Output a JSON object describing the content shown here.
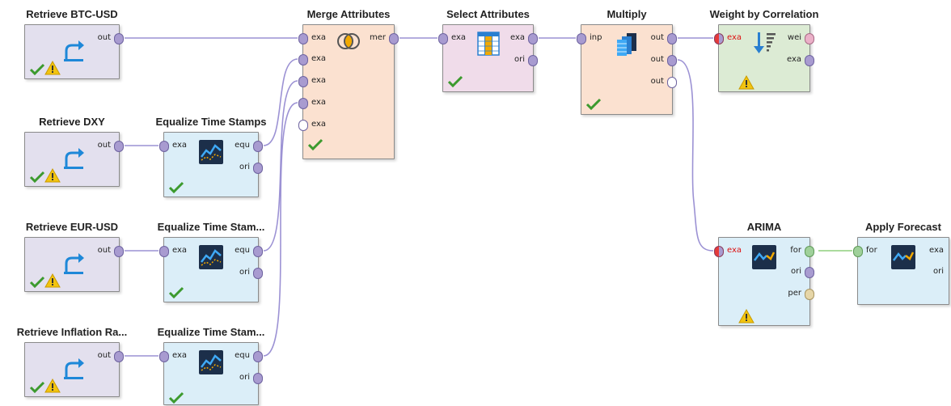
{
  "colors": {
    "wire": "#9c92d4",
    "wire_green": "#8fcf7f",
    "retrieve_bg": "#e3e0ee",
    "equalize_bg": "#dbeef8",
    "merge_bg": "#fbe1d0",
    "select_bg": "#f0dcea",
    "weight_bg": "#dcebd4",
    "check": "#3c9a2e",
    "warning": "#f2c40f",
    "error_port_label": "#dd1111"
  },
  "operators": {
    "retrieve_btc": {
      "title": "Retrieve BTC-USD",
      "icon": "retrieve-arrow-icon",
      "ports_out": [
        "out"
      ],
      "status": [
        "check",
        "warning"
      ]
    },
    "retrieve_dxy": {
      "title": "Retrieve DXY",
      "icon": "retrieve-arrow-icon",
      "ports_out": [
        "out"
      ],
      "status": [
        "check",
        "warning"
      ]
    },
    "retrieve_eur": {
      "title": "Retrieve EUR-USD",
      "icon": "retrieve-arrow-icon",
      "ports_out": [
        "out"
      ],
      "status": [
        "check",
        "warning"
      ]
    },
    "retrieve_inf": {
      "title": "Retrieve Inflation Ra...",
      "icon": "retrieve-arrow-icon",
      "ports_out": [
        "out"
      ],
      "status": [
        "check",
        "warning"
      ]
    },
    "equalize_1": {
      "title": "Equalize Time Stamps",
      "icon": "time-series-chart-icon",
      "ports_in": [
        "exa"
      ],
      "ports_out": [
        "equ",
        "ori"
      ],
      "status": [
        "check"
      ]
    },
    "equalize_2": {
      "title": "Equalize Time Stam...",
      "icon": "time-series-chart-icon",
      "ports_in": [
        "exa"
      ],
      "ports_out": [
        "equ",
        "ori"
      ],
      "status": [
        "check"
      ]
    },
    "equalize_3": {
      "title": "Equalize Time Stam...",
      "icon": "time-series-chart-icon",
      "ports_in": [
        "exa"
      ],
      "ports_out": [
        "equ",
        "ori"
      ],
      "status": [
        "check"
      ]
    },
    "merge": {
      "title": "Merge Attributes",
      "icon": "merge-circles-icon",
      "ports_in": [
        "exa",
        "exa",
        "exa",
        "exa",
        "exa"
      ],
      "ports_out": [
        "mer"
      ],
      "status": [
        "check"
      ]
    },
    "select": {
      "title": "Select Attributes",
      "icon": "table-columns-icon",
      "ports_in": [
        "exa"
      ],
      "ports_out": [
        "exa",
        "ori"
      ],
      "status": [
        "check"
      ]
    },
    "multiply": {
      "title": "Multiply",
      "icon": "multiply-stack-icon",
      "ports_in": [
        "inp"
      ],
      "ports_out": [
        "out",
        "out",
        "out"
      ],
      "status": [
        "check"
      ]
    },
    "weight": {
      "title": "Weight by Correlation",
      "icon": "weight-sort-icon",
      "ports_in": [
        "exa"
      ],
      "ports_out": [
        "wei",
        "exa"
      ],
      "status": [
        "warning"
      ]
    },
    "arima": {
      "title": "ARIMA",
      "icon": "time-series-chart-icon",
      "ports_in": [
        "exa"
      ],
      "ports_out": [
        "for",
        "ori",
        "per"
      ],
      "status": [
        "warning"
      ]
    },
    "apply": {
      "title": "Apply Forecast",
      "icon": "time-series-chart-icon",
      "ports_in": [
        "for"
      ],
      "ports_out": [
        "exa",
        "ori"
      ],
      "status": []
    }
  }
}
